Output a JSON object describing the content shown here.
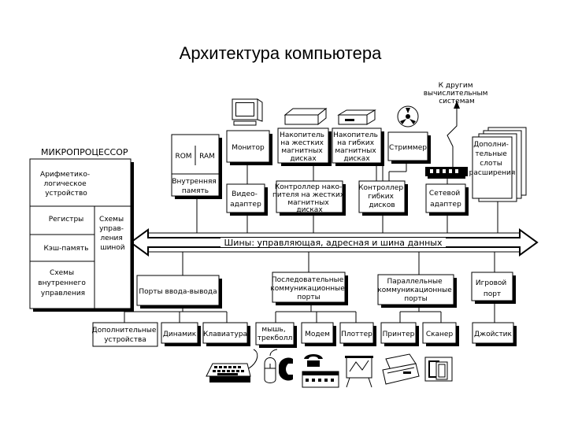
{
  "title": "Архитектура компьютера",
  "cpu": {
    "heading": "МИКРОПРОЦЕССОР",
    "alu": [
      "Арифметико-",
      "логическое",
      "устройство"
    ],
    "registers": "Регистры",
    "cache": "Кэш-память",
    "internal_control": [
      "Схемы",
      "внутреннего",
      "управления"
    ],
    "bus_control": [
      "Схемы",
      "управ-",
      "ления",
      "шиной"
    ]
  },
  "memory": {
    "rom": "ROM",
    "ram": "RAM",
    "internal_memory": [
      "Внутренняя",
      "память"
    ]
  },
  "other_systems": [
    "К другим",
    "вычислительным",
    "системам"
  ],
  "upper_devices": {
    "monitor": "Монитор",
    "hdd": [
      "Накопитель",
      "на жестких",
      "магнитных",
      "дисках"
    ],
    "fdd": [
      "Накопитель",
      "на гибких",
      "магнитных",
      "дисках"
    ],
    "streamer": "Стриммер",
    "expansion": [
      "Дополни-",
      "тельные",
      "слоты",
      "расширения"
    ]
  },
  "controllers": {
    "video": [
      "Видео-",
      "адаптер"
    ],
    "hdd_ctrl": [
      "Контроллер нако-",
      "пителя на жестких",
      "магнитных",
      "дисках"
    ],
    "fdd_ctrl": [
      "Контроллер",
      "гибких",
      "дисков"
    ],
    "network": [
      "Сетевой",
      "адаптер"
    ]
  },
  "bus": "Шины: управляющая, адресная и шина данных",
  "ports": {
    "io": "Порты ввода-вывода",
    "serial": [
      "Последовательные",
      "коммуникационные",
      "порты"
    ],
    "parallel": [
      "Параллельные",
      "коммуникационные",
      "порты"
    ],
    "game": [
      "Игровой",
      "порт"
    ]
  },
  "peripherals": {
    "extra": [
      "Дополнительные",
      "устройства"
    ],
    "speaker": "Динамик",
    "keyboard": "Клавиатура",
    "mouse": [
      "мышь,",
      "трекболл"
    ],
    "modem": "Модем",
    "plotter": "Плоттер",
    "printer": "Принтер",
    "scanner": "Сканер",
    "joystick": "Джойстик"
  },
  "icons": [
    "monitor-icon",
    "hdd-icon",
    "streamer-icon",
    "network-adapter-icon",
    "expansion-cards-icon",
    "keyboard-icon",
    "mouse-icon",
    "telephone-icon",
    "modem-icon",
    "plotter-icon",
    "printer-icon",
    "scanner-icon",
    "joystick-icon"
  ]
}
